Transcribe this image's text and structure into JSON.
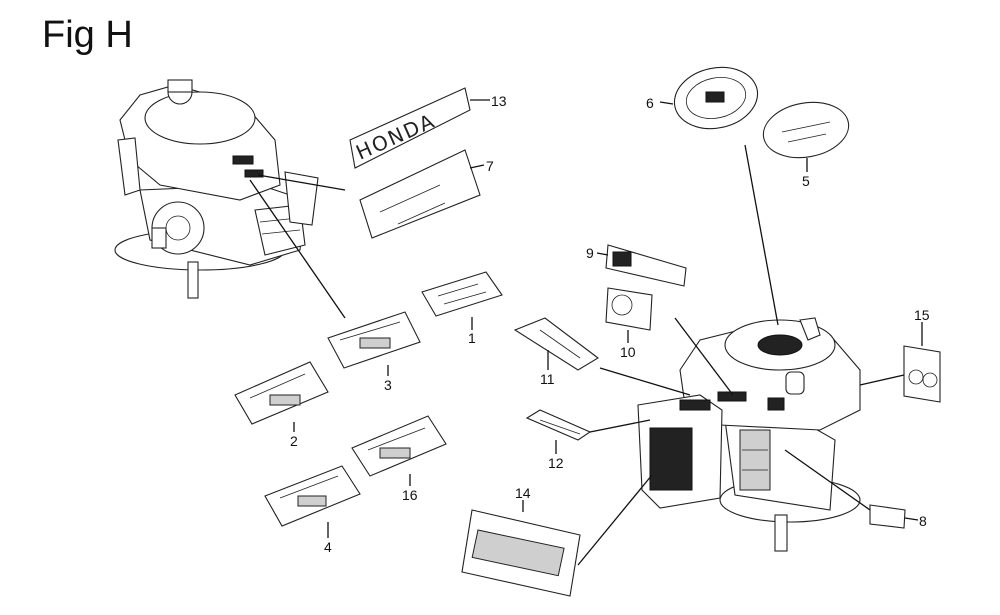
{
  "figure": {
    "title": "Fig H"
  },
  "callouts": [
    "13",
    "7",
    "6",
    "5",
    "9",
    "10",
    "15",
    "1",
    "3",
    "11",
    "2",
    "12",
    "16",
    "14",
    "8",
    "4"
  ],
  "sticker_texts": {
    "honda_wordmark": "HONDA"
  }
}
